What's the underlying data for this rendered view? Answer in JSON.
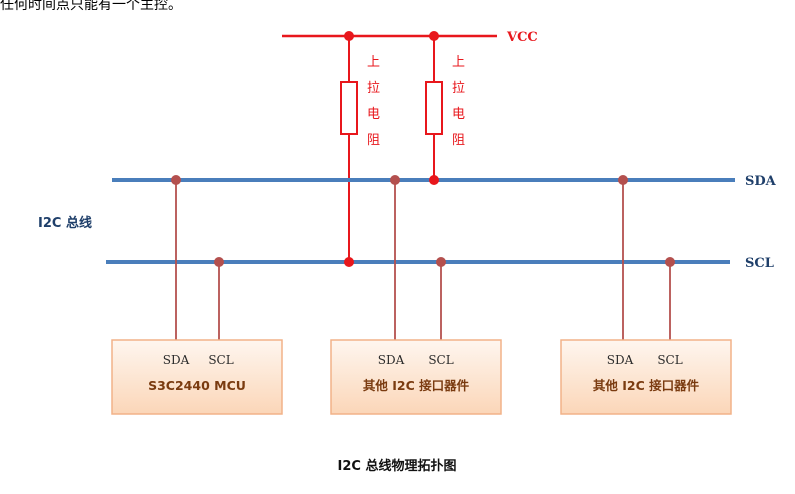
{
  "top_text": "任何时间点只能有一个主控。",
  "vcc_label": "VCC",
  "resistor_label_chars": [
    "上",
    "拉",
    "电",
    "阻"
  ],
  "bus_label": "I2C 总线",
  "sda_line_label": "SDA",
  "scl_line_label": "SCL",
  "devices": [
    {
      "sda": "SDA",
      "scl": "SCL",
      "name": "S3C2440 MCU"
    },
    {
      "sda": "SDA",
      "scl": "SCL",
      "name": "其他 I2C 接口器件"
    },
    {
      "sda": "SDA",
      "scl": "SCL",
      "name": "其他 I2C 接口器件"
    }
  ],
  "caption": "I2C 总线物理拓扑图",
  "colors": {
    "bus_line": "#4a7ebb",
    "vcc_red": "#e8171c",
    "tap_line": "#b4504e",
    "device_fill_top": "#fef4ec",
    "device_fill_bottom": "#fbd9bd",
    "device_border": "#f2b288"
  }
}
